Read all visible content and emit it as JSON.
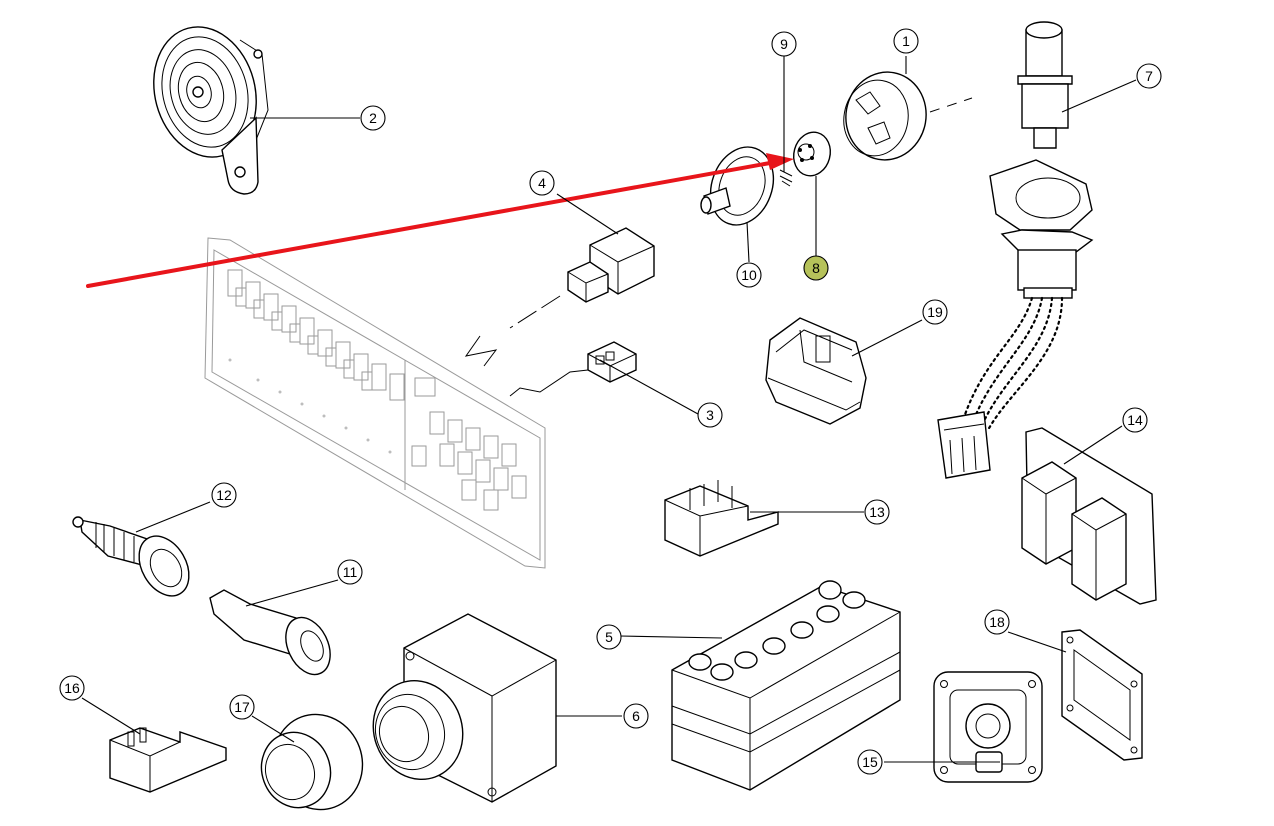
{
  "diagram": {
    "highlight_color": "#b6c25a",
    "arrow_color": "#e8151b",
    "highlighted_callout": "8",
    "callouts": [
      {
        "id": "c1",
        "label": "1"
      },
      {
        "id": "c2",
        "label": "2"
      },
      {
        "id": "c3",
        "label": "3"
      },
      {
        "id": "c4",
        "label": "4"
      },
      {
        "id": "c5",
        "label": "5"
      },
      {
        "id": "c6",
        "label": "6"
      },
      {
        "id": "c7",
        "label": "7"
      },
      {
        "id": "c8",
        "label": "8"
      },
      {
        "id": "c9",
        "label": "9"
      },
      {
        "id": "c10",
        "label": "10"
      },
      {
        "id": "c11",
        "label": "11"
      },
      {
        "id": "c12",
        "label": "12"
      },
      {
        "id": "c13",
        "label": "13"
      },
      {
        "id": "c14",
        "label": "14"
      },
      {
        "id": "c15",
        "label": "15"
      },
      {
        "id": "c16",
        "label": "16"
      },
      {
        "id": "c17",
        "label": "17"
      },
      {
        "id": "c18",
        "label": "18"
      },
      {
        "id": "c19",
        "label": "19"
      }
    ]
  }
}
